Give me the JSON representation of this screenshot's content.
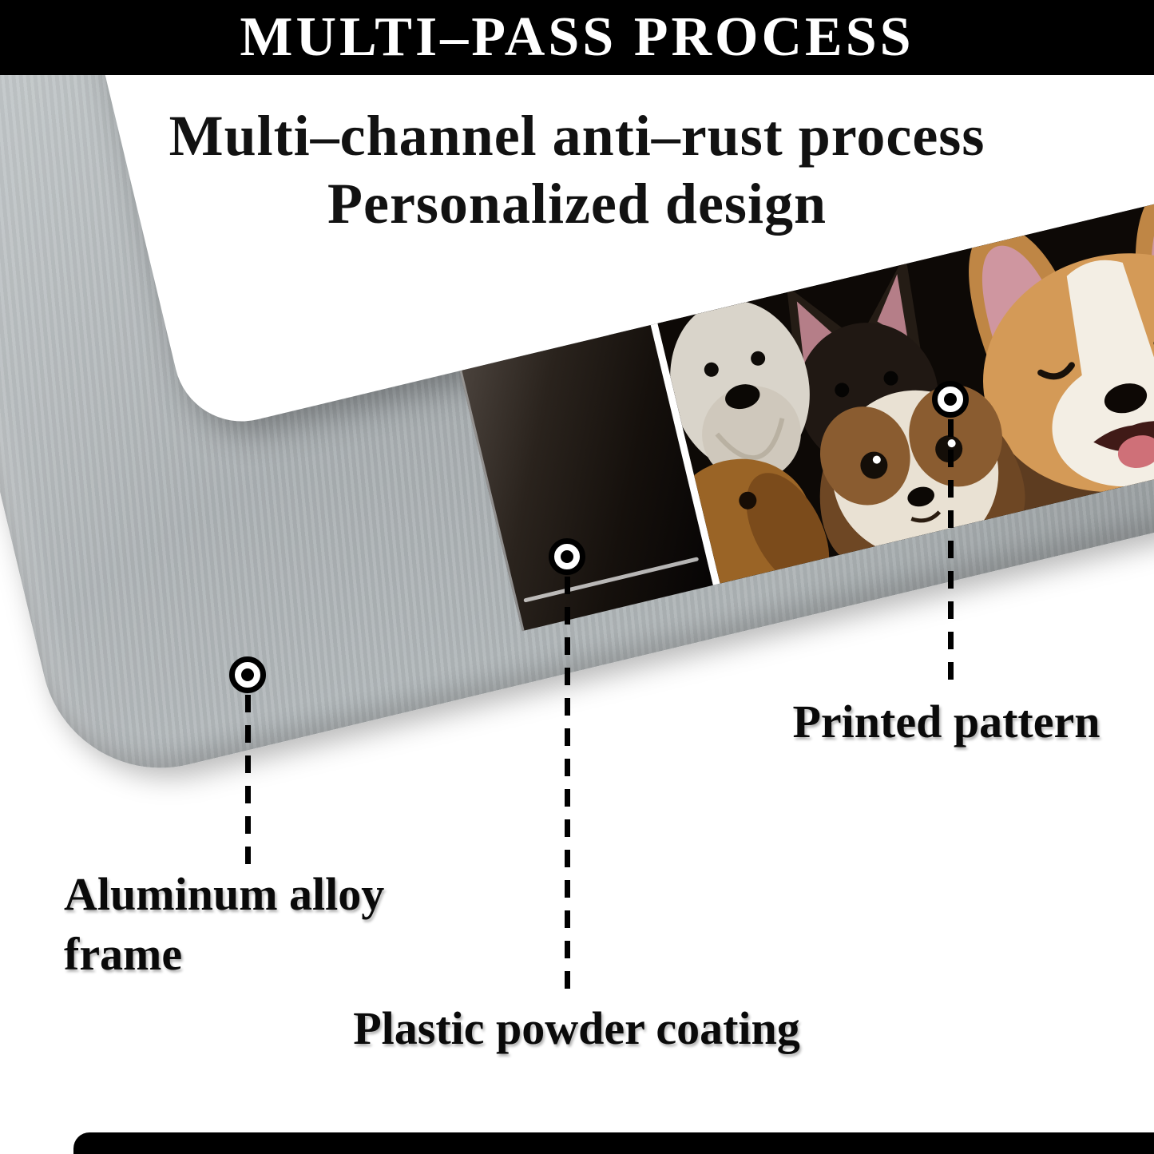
{
  "banner": {
    "title": "MULTI–PASS PROCESS"
  },
  "headline": {
    "line1": "Multi–channel anti–rust process",
    "line2": "Personalized design"
  },
  "callouts": [
    {
      "id": "aluminum",
      "label": "Aluminum alloy frame"
    },
    {
      "id": "coating",
      "label": "Plastic powder coating"
    },
    {
      "id": "pattern",
      "label": "Printed pattern"
    }
  ],
  "colors": {
    "banner_bg": "#000000",
    "banner_text": "#ffffff",
    "headline_text": "#121212",
    "label_text": "#0a0a0a",
    "metal_light": "#cdd1d2",
    "metal_dark": "#9aa1a4",
    "coating_black": "#15100c",
    "print_background": "#0d0906",
    "seam_white": "#ffffff"
  }
}
